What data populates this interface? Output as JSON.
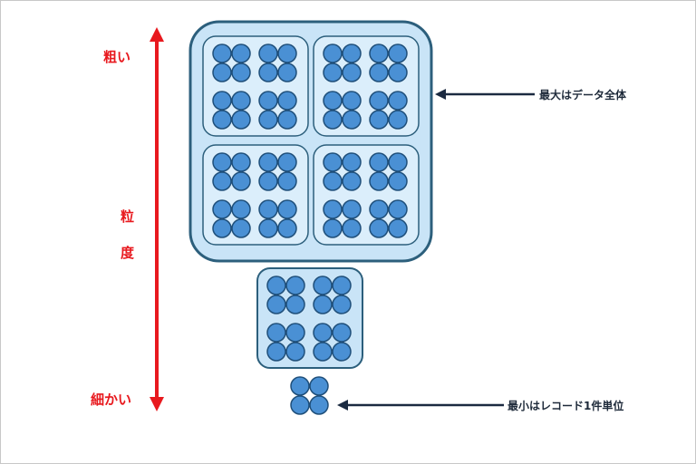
{
  "axis": {
    "top_label": "粗い",
    "middle_label_1": "粒",
    "middle_label_2": "度",
    "bottom_label": "細かい",
    "arrow_color": "#e8191e"
  },
  "annotations": {
    "max_label": "最大はデータ全体",
    "min_label": "最小はレコード1件単位",
    "arrow_color": "#1b2a41"
  },
  "colors": {
    "outer_fill": "#c9e4f7",
    "inner_fill": "#dbeefb",
    "box_stroke": "#2c5f7c",
    "circle_fill": "#4a90d4",
    "circle_stroke": "#1f4f7a"
  }
}
